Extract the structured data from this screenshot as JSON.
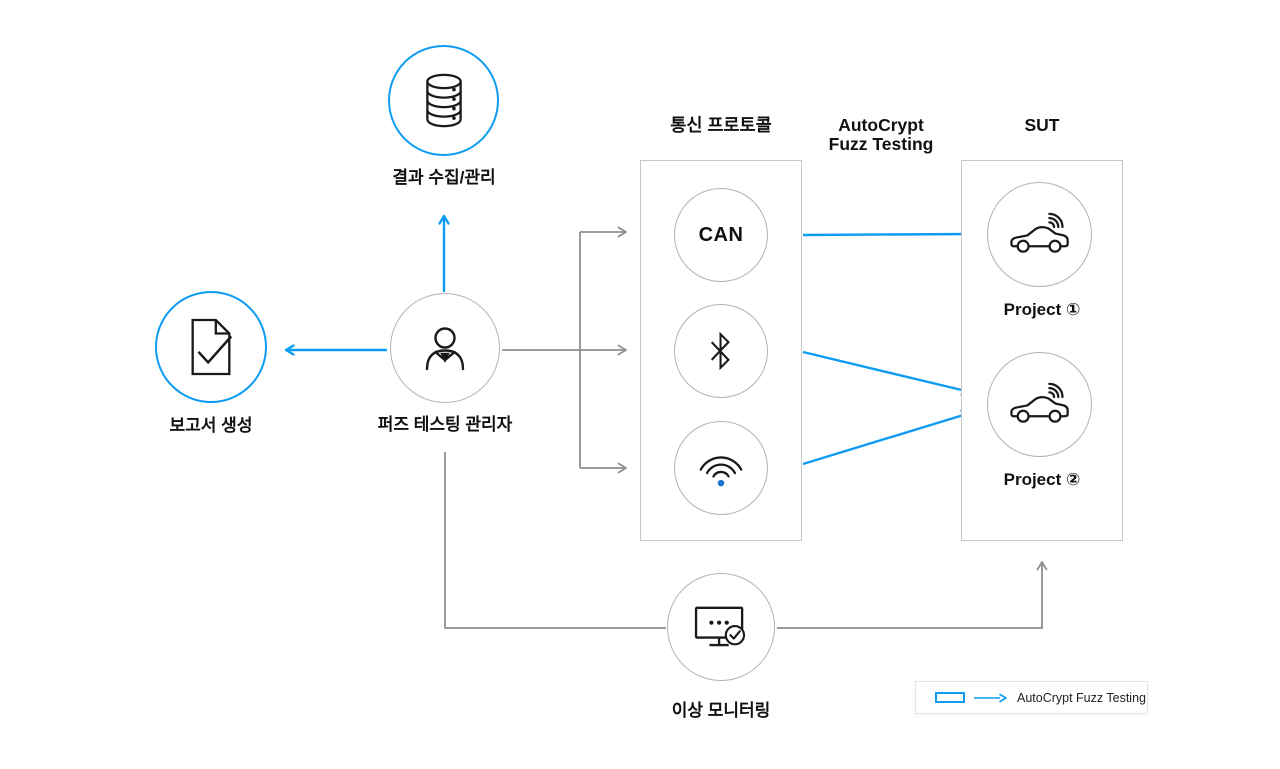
{
  "palette": {
    "accent_blue": "#0d9cf2",
    "gray_line": "#8f8f8f",
    "box_border": "#c6c6c6",
    "circle_border": "#b3b3b3",
    "icon_stroke": "#1a1a1a",
    "wifi_dot": "#1a73d1",
    "text": "#111111"
  },
  "nodes": {
    "results": {
      "label": "결과 수집/관리",
      "icon": "database-icon"
    },
    "report": {
      "label": "보고서 생성",
      "icon": "document-check-icon"
    },
    "manager": {
      "label": "퍼즈 테스팅 관리자",
      "icon": "person-icon"
    },
    "monitoring": {
      "label": "이상 모니터링",
      "icon": "monitor-check-icon"
    },
    "protocols": {
      "header": "통신 프로토콜",
      "items": [
        {
          "label": "CAN"
        },
        {
          "icon": "bluetooth-icon"
        },
        {
          "icon": "wifi-icon"
        }
      ]
    },
    "middle_header": {
      "line1": "AutoCrypt",
      "line2": "Fuzz Testing"
    },
    "sut": {
      "header": "SUT",
      "items": [
        {
          "label": "Project ①",
          "icon": "connected-car-icon"
        },
        {
          "label": "Project ②",
          "icon": "connected-car-icon"
        }
      ]
    }
  },
  "edges": [
    {
      "from": "fuzz-testing-manager",
      "to": "results-collection",
      "style": "blue"
    },
    {
      "from": "fuzz-testing-manager",
      "to": "report-generation",
      "style": "blue"
    },
    {
      "from": "fuzz-testing-manager",
      "to": "can",
      "style": "gray"
    },
    {
      "from": "fuzz-testing-manager",
      "to": "bluetooth",
      "style": "gray"
    },
    {
      "from": "fuzz-testing-manager",
      "to": "wifi",
      "style": "gray"
    },
    {
      "from": "can",
      "to": "project-1",
      "style": "blue"
    },
    {
      "from": "bluetooth",
      "to": "project-2",
      "style": "blue"
    },
    {
      "from": "wifi",
      "to": "project-2",
      "style": "blue"
    },
    {
      "from": "fuzz-testing-manager",
      "to": "anomaly-monitoring",
      "style": "gray"
    },
    {
      "from": "anomaly-monitoring",
      "to": "sut",
      "style": "gray"
    }
  ],
  "legend": {
    "label": "AutoCrypt Fuzz Testing"
  }
}
